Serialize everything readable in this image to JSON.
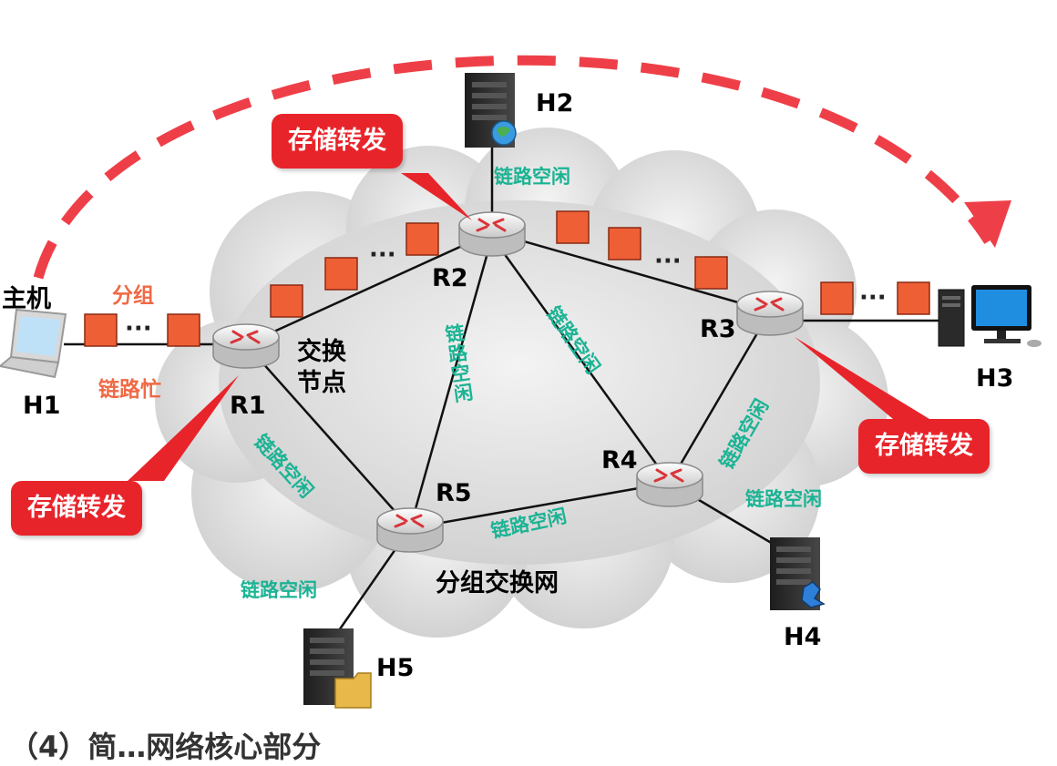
{
  "title": "分组交换网",
  "nodes": {
    "h1": "H1",
    "h2": "H2",
    "h3": "H3",
    "h4": "H4",
    "h5": "H5",
    "r1": "R1",
    "r2": "R2",
    "r3": "R3",
    "r4": "R4",
    "r5": "R5"
  },
  "host_label": "主机",
  "packet_label": "分组",
  "link_busy": "链路忙",
  "switch_node": [
    "交换",
    "节点"
  ],
  "link_idle": "链路空闲",
  "store_forward": "存储转发",
  "ellipsis": "···",
  "bottom_partial": "（4）简…网络核心部分"
}
